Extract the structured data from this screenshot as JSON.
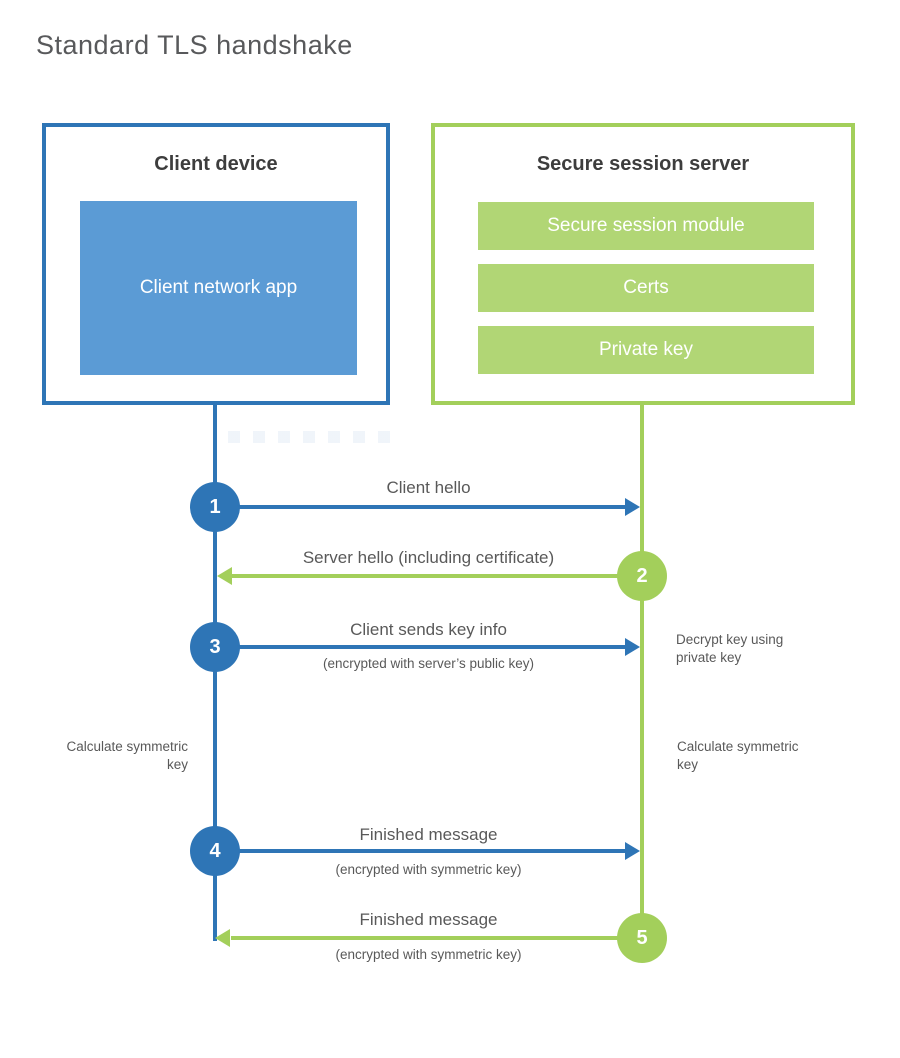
{
  "title": "Standard TLS handshake",
  "colors": {
    "blue_line": "#2e75b6",
    "blue_fill": "#5b9bd5",
    "green_line": "#a3cf5b",
    "green_fill": "#b1d675",
    "heading_text": "#3d3d3d",
    "label_text": "#595959",
    "title_text": "#58595b"
  },
  "client": {
    "title": "Client device",
    "app_label": "Client network app"
  },
  "server": {
    "title": "Secure session server",
    "modules": [
      "Secure session module",
      "Certs",
      "Private key"
    ]
  },
  "messages": [
    {
      "step": "1",
      "from": "client",
      "to": "server",
      "label": "Client hello",
      "sublabel": ""
    },
    {
      "step": "2",
      "from": "server",
      "to": "client",
      "label": "Server hello (including certificate)",
      "sublabel": ""
    },
    {
      "step": "3",
      "from": "client",
      "to": "server",
      "label": "Client sends key info",
      "sublabel": "(encrypted with server’s public key)"
    },
    {
      "step": "4",
      "from": "client",
      "to": "server",
      "label": "Finished message",
      "sublabel": "(encrypted with symmetric key)"
    },
    {
      "step": "5",
      "from": "server",
      "to": "client",
      "label": "Finished message",
      "sublabel": "(encrypted with symmetric key)"
    }
  ],
  "notes": {
    "decrypt": "Decrypt key using private key",
    "calc_left": "Calculate symmetric key",
    "calc_right": "Calculate symmetric key"
  }
}
